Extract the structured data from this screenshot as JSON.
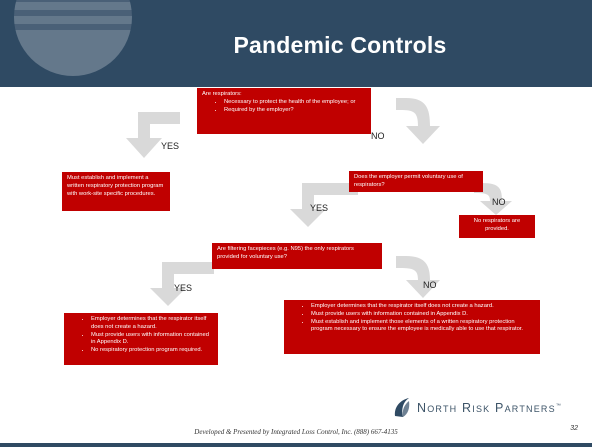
{
  "slide": {
    "title": "Pandemic Controls",
    "page_number": "32",
    "footer": "Developed & Presented by Integrated Loss Control, Inc. (888) 667-4135",
    "brand": "North Risk Partners",
    "brand_tm": "™"
  },
  "flowchart": {
    "q1": {
      "heading": "Are respirators:",
      "bullets": [
        "Necessary to protect the health of the employee; or",
        "Required by the employer?"
      ]
    },
    "yes1": "YES",
    "no1": "NO",
    "a1": "Must establish and implement a written respiratory protection program with work-site specific procedures.",
    "q2": "Does the employer permit voluntary use of respirators?",
    "yes2": "YES",
    "no2": "NO",
    "a2": "No respirators are provided.",
    "q3": "Are filtering facepieces (e.g. N95) the only respirators provided for voluntary use?",
    "yes3": "YES",
    "no3": "NO",
    "a3_yes": [
      "Employer determines that the respirator itself does not create a hazard.",
      "Must provide users with information contained in Appendix D.",
      "No respiratory protection program required."
    ],
    "a3_no": [
      "Employer determines that the respirator itself does not create a hazard.",
      "Must provide users with information contained in Appendix D.",
      "Must establish and implement those elements of a written respiratory protection program necessary to ensure the employee is medically able to use that respirator."
    ]
  },
  "colors": {
    "header": "#2f4a63",
    "box": "#c00000",
    "arrow": "#d9d9d9"
  }
}
